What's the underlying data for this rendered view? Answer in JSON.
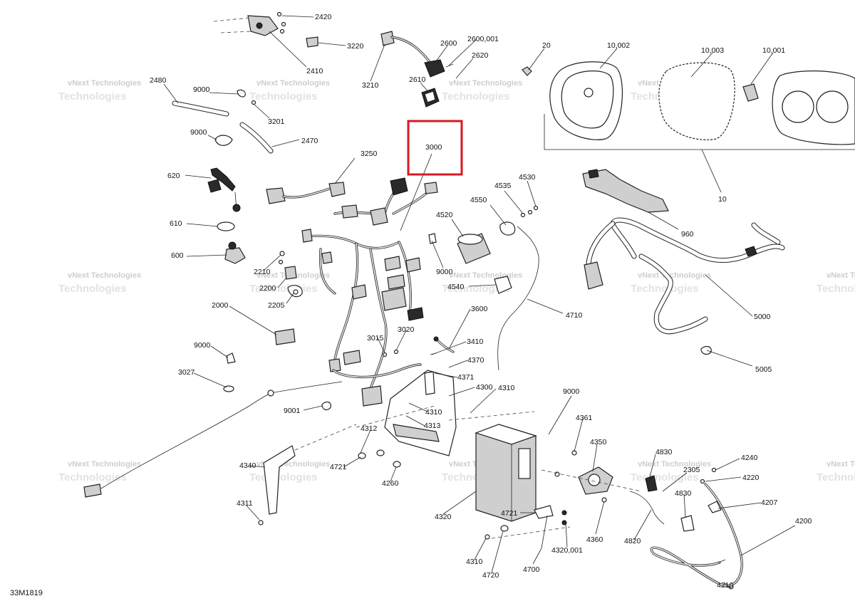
{
  "diagram_code": "33M1819",
  "watermark_line1": "vNext Technologies",
  "watermark_line2": "Technologies",
  "highlighted_part": "3000",
  "colors": {
    "highlight": "#d71920",
    "line": "#222222",
    "background": "#ffffff"
  },
  "labels": [
    "2420",
    "3220",
    "2410",
    "2600",
    "2600,001",
    "2620",
    "3210",
    "2610",
    "20",
    "10,002",
    "10,003",
    "10,001",
    "2480",
    "9000",
    "3201",
    "9000",
    "2470",
    "3000",
    "3250",
    "620",
    "4535",
    "4530",
    "4550",
    "10",
    "4520",
    "610",
    "600",
    "9000",
    "2210",
    "2200",
    "2205",
    "4540",
    "960",
    "4710",
    "2000",
    "3600",
    "5000",
    "3015",
    "3020",
    "3410",
    "9000",
    "4370",
    "4371",
    "3027",
    "4300",
    "4310",
    "9001",
    "4310",
    "4313",
    "4312",
    "9000",
    "4361",
    "4350",
    "4830",
    "4240",
    "4340",
    "4721",
    "4260",
    "2305",
    "4220",
    "4311",
    "4830",
    "4207",
    "4320",
    "4721",
    "4360",
    "4820",
    "4200",
    "4320,001",
    "4310",
    "4700",
    "4720",
    "4210",
    "5005"
  ]
}
